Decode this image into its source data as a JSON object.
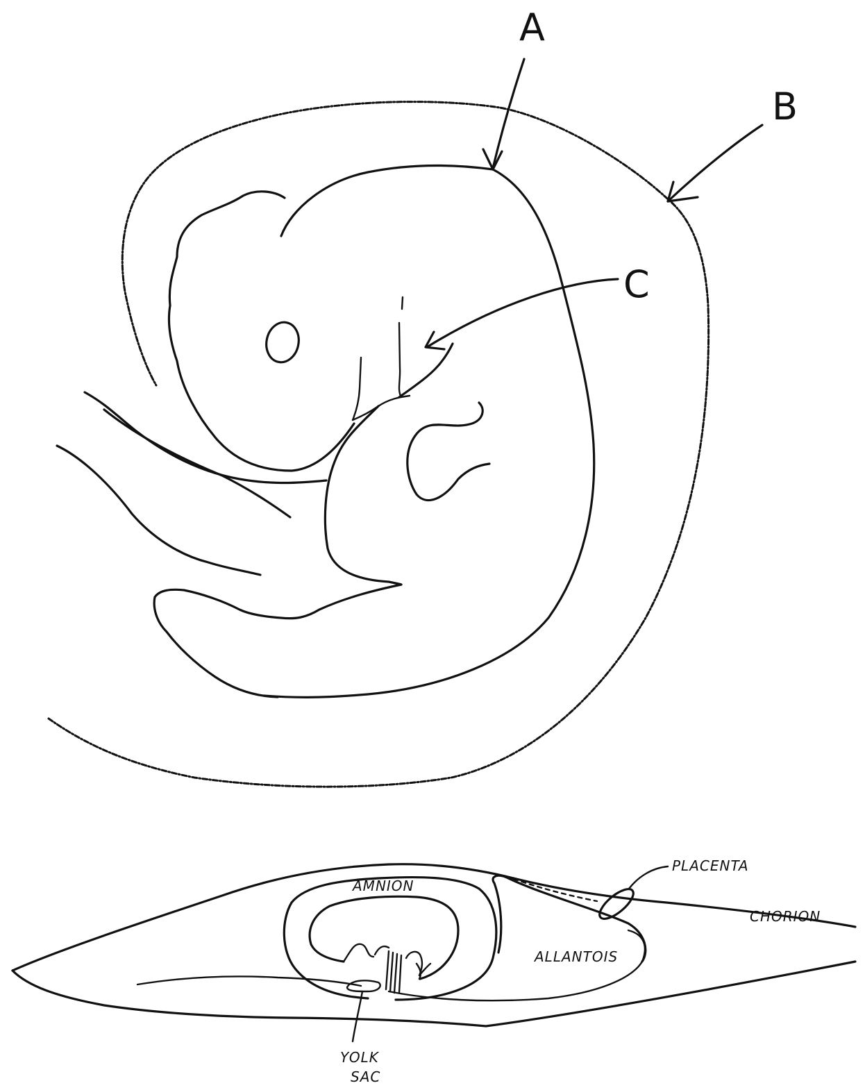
{
  "upper_diagram": {
    "label_a": "A",
    "label_b": "B",
    "label_c": "C"
  },
  "lower_diagram": {
    "amnion_label": "AMNION",
    "placenta_label": "PLACENTA",
    "chorion_label": "CHORION",
    "allantois_label": "ALLANTOIS",
    "yolk_sac_label_line1": "YOLK",
    "yolk_sac_label_line2": "SAC"
  },
  "colors": {
    "ink": "#111111",
    "paper": "#ffffff"
  }
}
